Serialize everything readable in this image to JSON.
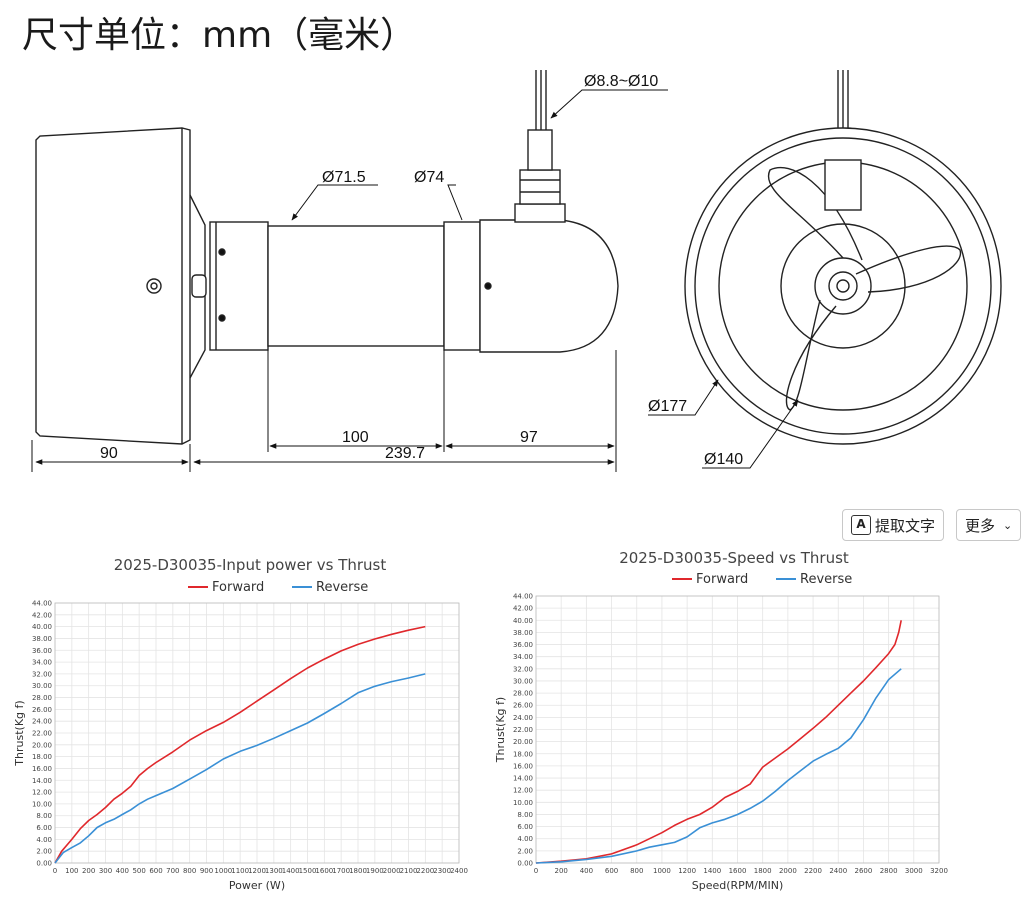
{
  "page": {
    "heading": "尺寸单位：mm（毫米）"
  },
  "drawing": {
    "dims": {
      "cable": "Ø8.8~Ø10",
      "d_mid": "Ø71.5",
      "d_end": "Ø74",
      "d_outer": "Ø177",
      "d_inner": "Ø140",
      "len_100": "100",
      "len_97": "97",
      "len_90": "90",
      "len_total": "239.7"
    }
  },
  "toolbar": {
    "extract_label": "提取文字",
    "more_label": "更多"
  },
  "colors": {
    "forward": "#e0282c",
    "reverse": "#3a90d6"
  },
  "chart_data": [
    {
      "type": "line",
      "title": "2025-D30035-Input power vs Thrust",
      "xlabel": "Power (W)",
      "ylabel": "Thrust(Kg f)",
      "xlim": [
        0,
        2400
      ],
      "ylim": [
        0,
        44
      ],
      "xticks": [
        0,
        100,
        200,
        300,
        400,
        500,
        600,
        700,
        800,
        900,
        1000,
        1100,
        1200,
        1300,
        1400,
        1500,
        1600,
        1700,
        1800,
        1900,
        2000,
        2100,
        2200,
        2300,
        2400
      ],
      "yticks": [
        0,
        2,
        4,
        6,
        8,
        10,
        12,
        14,
        16,
        18,
        20,
        22,
        24,
        26,
        28,
        30,
        32,
        34,
        36,
        38,
        40,
        42,
        44
      ],
      "grid": true,
      "legend": "top-center",
      "series": [
        {
          "name": "Forward",
          "x": [
            0,
            40,
            100,
            150,
            200,
            250,
            300,
            350,
            400,
            450,
            500,
            550,
            600,
            700,
            800,
            900,
            1000,
            1100,
            1200,
            1300,
            1400,
            1500,
            1600,
            1700,
            1800,
            1900,
            2000,
            2100,
            2200
          ],
          "y": [
            0,
            2,
            4,
            5.8,
            7.2,
            8.2,
            9.4,
            10.8,
            11.8,
            13,
            14.8,
            16,
            17,
            18.8,
            20.8,
            22.4,
            23.8,
            25.5,
            27.4,
            29.3,
            31.2,
            33,
            34.5,
            35.9,
            37,
            37.9,
            38.7,
            39.4,
            40
          ]
        },
        {
          "name": "Reverse",
          "x": [
            0,
            50,
            100,
            150,
            200,
            250,
            300,
            350,
            400,
            450,
            500,
            550,
            600,
            700,
            800,
            900,
            1000,
            1100,
            1200,
            1300,
            1400,
            1500,
            1600,
            1700,
            1800,
            1900,
            2000,
            2100,
            2200
          ],
          "y": [
            0,
            1.8,
            2.6,
            3.4,
            4.6,
            6,
            6.8,
            7.4,
            8.2,
            9,
            10,
            10.8,
            11.4,
            12.6,
            14.2,
            15.8,
            17.6,
            18.9,
            19.9,
            21.1,
            22.4,
            23.7,
            25.3,
            27,
            28.8,
            29.9,
            30.7,
            31.3,
            32
          ]
        }
      ]
    },
    {
      "type": "line",
      "title": "2025-D30035-Speed vs Thrust",
      "xlabel": "Speed(RPM/MIN)",
      "ylabel": "Thrust(Kg f)",
      "xlim": [
        0,
        3200
      ],
      "ylim": [
        0,
        44
      ],
      "xticks": [
        0,
        200,
        400,
        600,
        800,
        1000,
        1200,
        1400,
        1600,
        1800,
        2000,
        2200,
        2400,
        2600,
        2800,
        3000,
        3200
      ],
      "yticks": [
        0,
        2,
        4,
        6,
        8,
        10,
        12,
        14,
        16,
        18,
        20,
        22,
        24,
        26,
        28,
        30,
        32,
        34,
        36,
        38,
        40,
        42,
        44
      ],
      "grid": true,
      "legend": "top-center",
      "series": [
        {
          "name": "Forward",
          "x": [
            0,
            200,
            400,
            600,
            800,
            1000,
            1100,
            1200,
            1300,
            1400,
            1500,
            1600,
            1700,
            1800,
            1900,
            2000,
            2100,
            2200,
            2300,
            2400,
            2500,
            2600,
            2700,
            2800,
            2850,
            2880,
            2900
          ],
          "y": [
            0,
            0.3,
            0.7,
            1.5,
            3,
            5,
            6.2,
            7.2,
            8,
            9.2,
            10.8,
            11.8,
            13,
            15.8,
            17.3,
            18.8,
            20.5,
            22.2,
            24,
            26,
            28,
            30,
            32.2,
            34.5,
            36,
            38,
            40
          ]
        },
        {
          "name": "Reverse",
          "x": [
            0,
            200,
            400,
            600,
            800,
            900,
            1000,
            1100,
            1200,
            1300,
            1400,
            1500,
            1600,
            1700,
            1800,
            1900,
            2000,
            2100,
            2200,
            2300,
            2400,
            2500,
            2600,
            2700,
            2800,
            2900
          ],
          "y": [
            0,
            0.2,
            0.6,
            1.1,
            2,
            2.6,
            3,
            3.4,
            4.3,
            5.8,
            6.6,
            7.2,
            8,
            9,
            10.2,
            11.8,
            13.6,
            15.2,
            16.8,
            17.9,
            18.9,
            20.6,
            23.6,
            27.2,
            30.2,
            32
          ]
        }
      ]
    }
  ]
}
